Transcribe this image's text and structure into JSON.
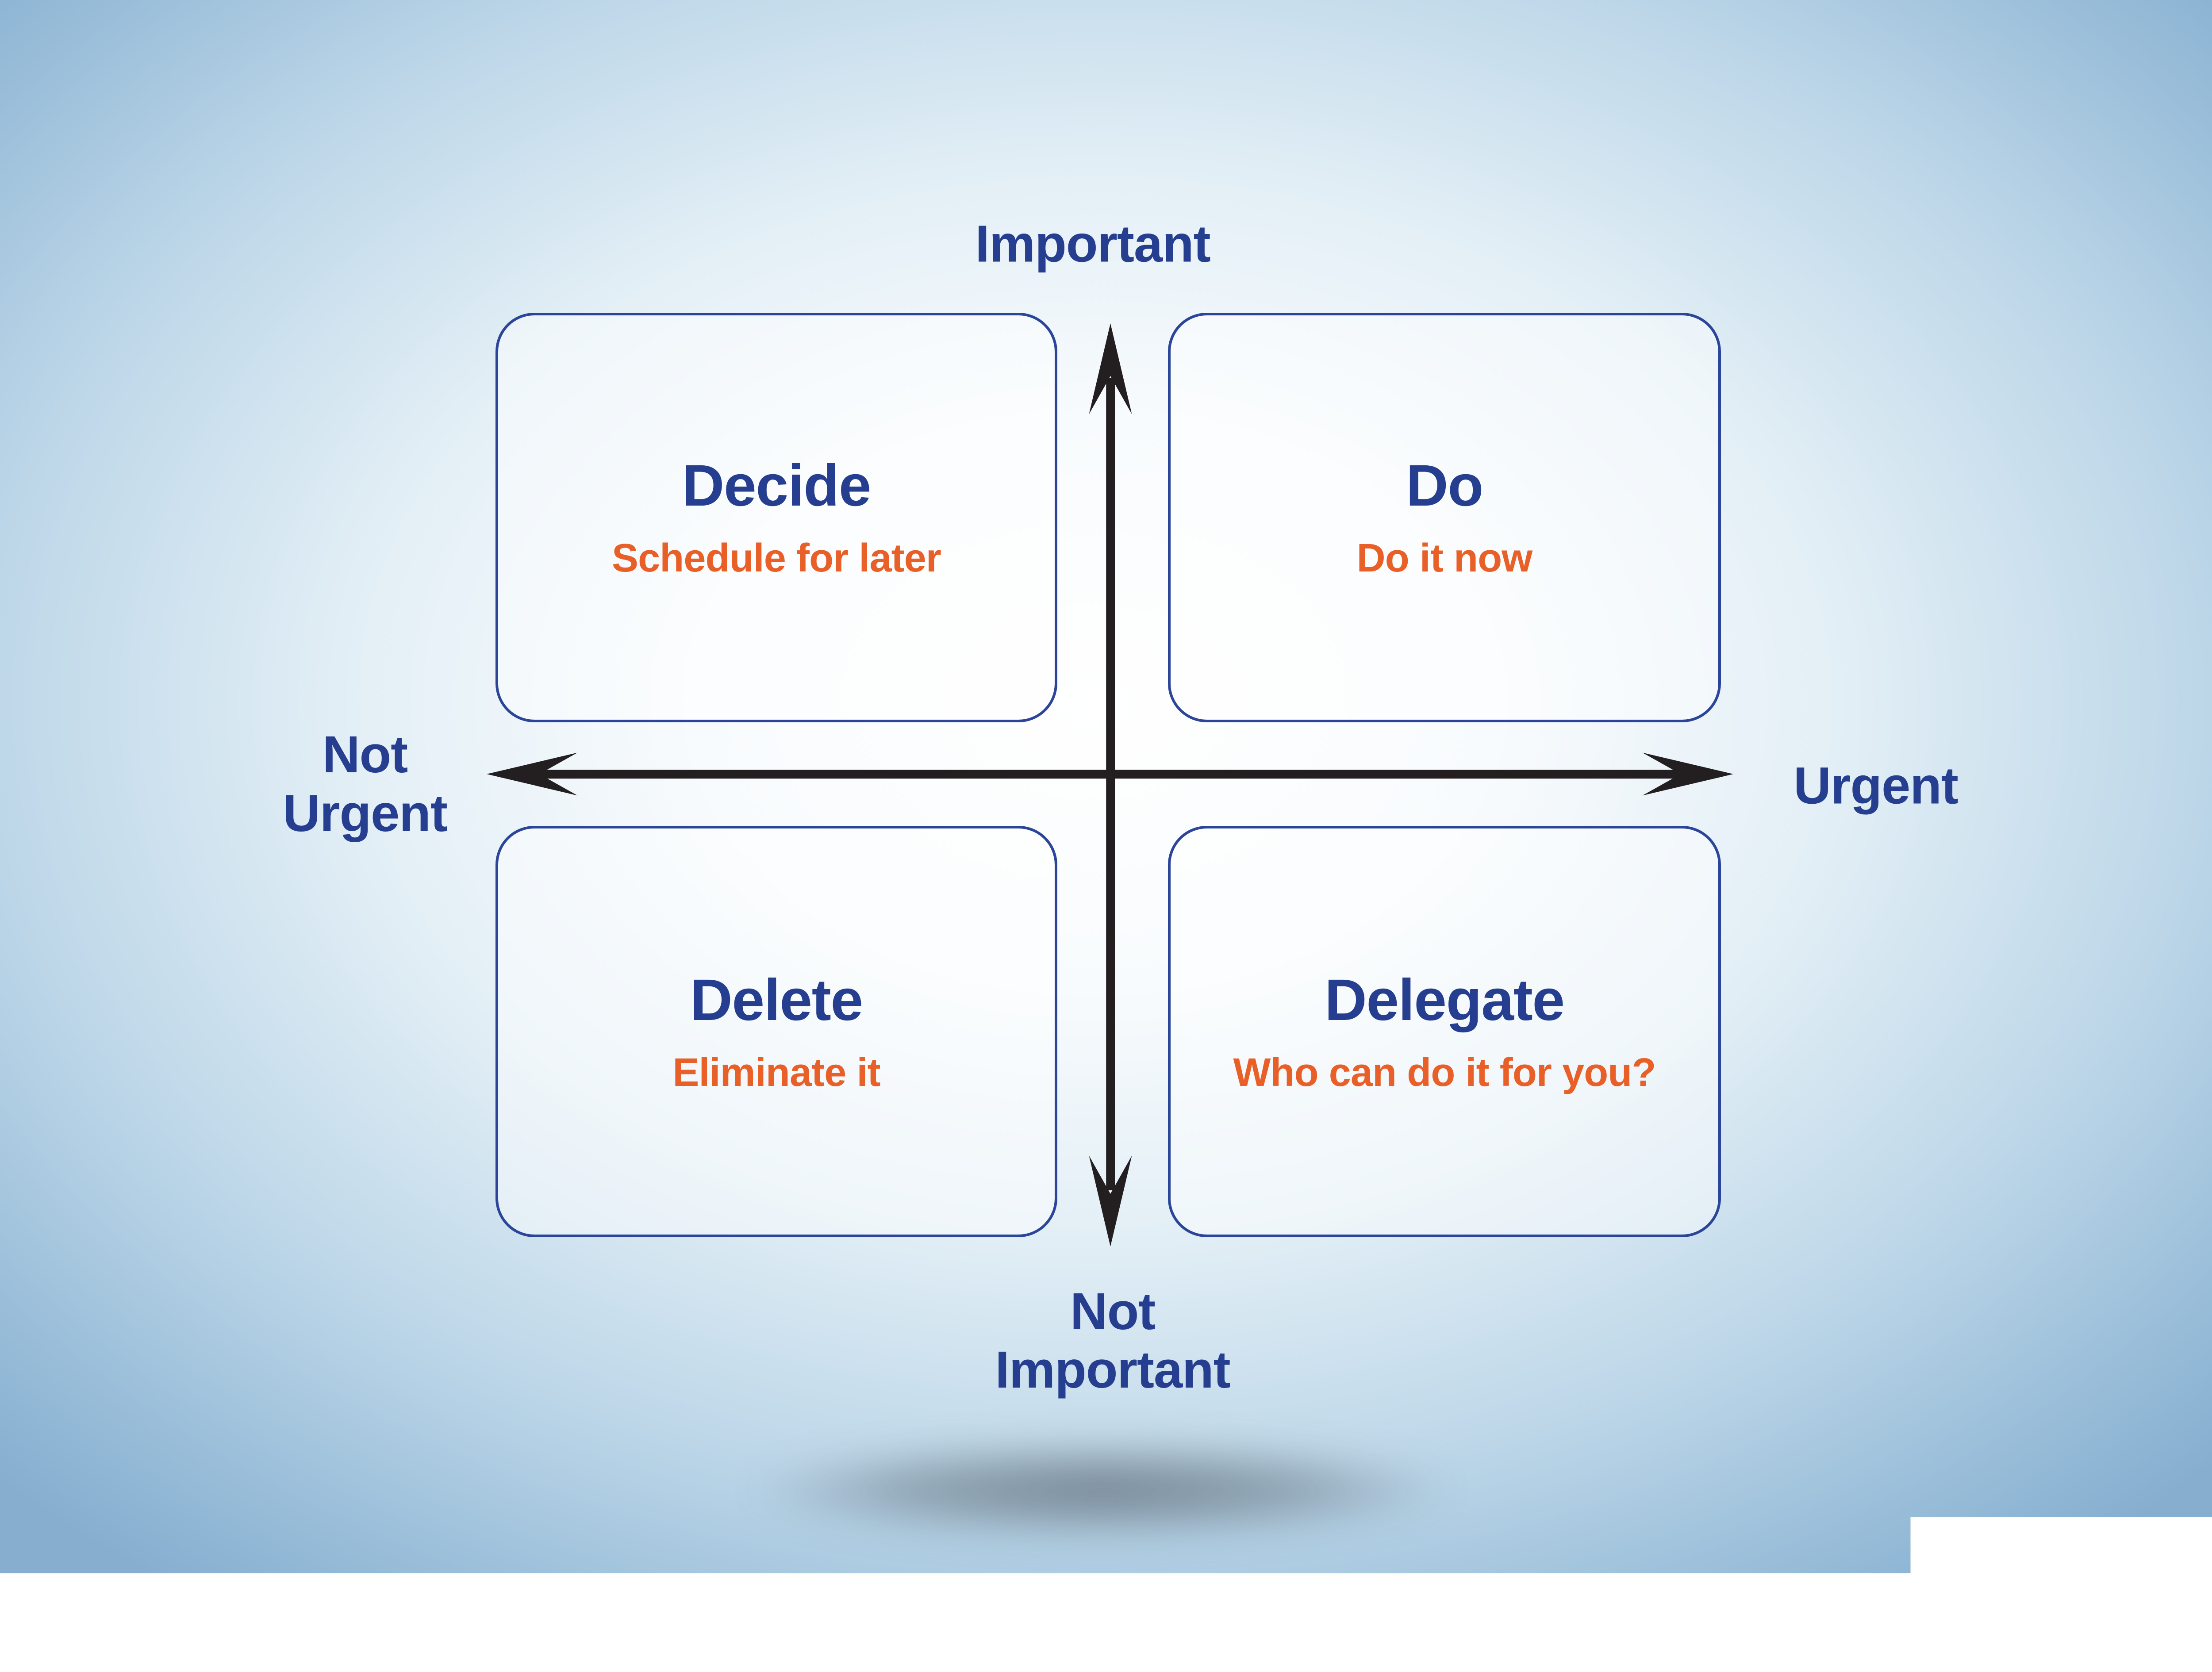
{
  "diagram": {
    "type": "eisenhower-decision-matrix",
    "axis_labels": {
      "top": "Important",
      "bottom": [
        "Not",
        "Important"
      ],
      "left": [
        "Not",
        "Urgent"
      ],
      "right": "Urgent"
    },
    "quadrants": {
      "top_left": {
        "title": "Decide",
        "subtitle": "Schedule for later"
      },
      "top_right": {
        "title": "Do",
        "subtitle": "Do it now"
      },
      "bottom_left": {
        "title": "Delete",
        "subtitle": "Eliminate it"
      },
      "bottom_right": {
        "title": "Delegate",
        "subtitle": "Who can do it for you?"
      }
    },
    "colors": {
      "heading_blue": "#263e8f",
      "subtitle_orange": "#e95f28",
      "box_border_blue": "#2a4599",
      "axis_black": "#231f20",
      "background_center": "#ffffff",
      "background_edge": "#87aecf"
    }
  }
}
